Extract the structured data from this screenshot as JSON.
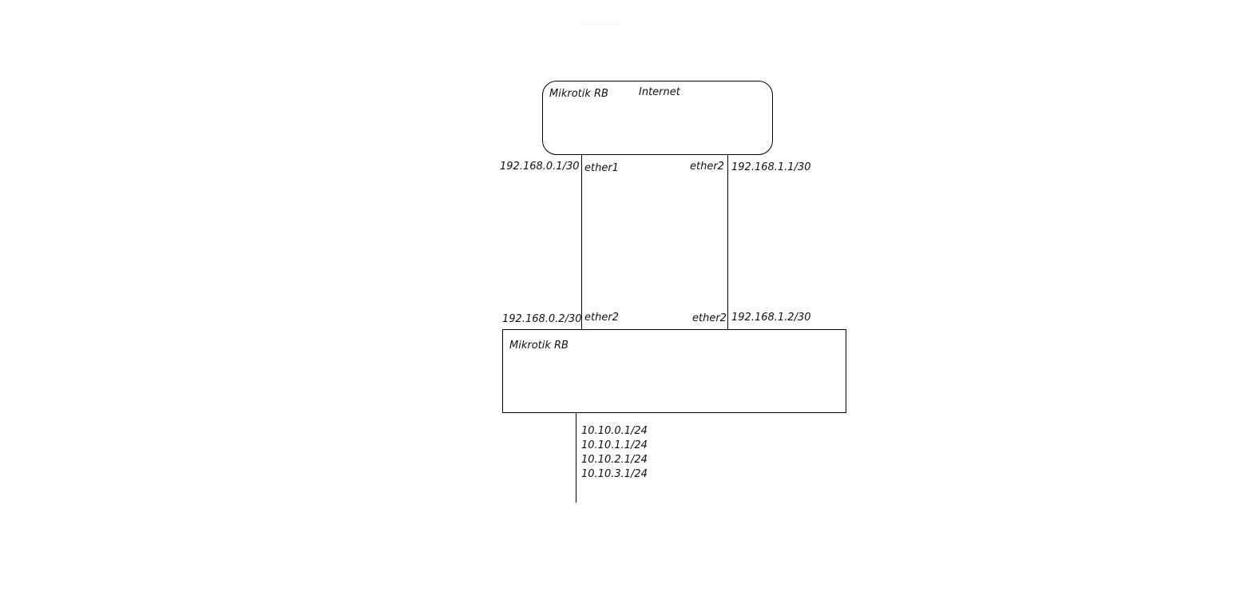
{
  "router_top": {
    "name": "Mikrotik RB",
    "role_label": "Internet"
  },
  "router_bottom": {
    "name": "Mikrotik RB"
  },
  "link_left": {
    "top_ip": "192.168.0.1/30",
    "top_interface": "ether1",
    "bottom_ip": "192.168.0.2/30",
    "bottom_interface": "ether2"
  },
  "link_right": {
    "top_ip": "192.168.1.1/30",
    "top_interface": "ether2",
    "bottom_ip": "192.168.1.2/30",
    "bottom_interface": "ether2"
  },
  "lan": {
    "subnets": [
      "10.10.0.1/24",
      "10.10.1.1/24",
      "10.10.2.1/24",
      "10.10.3.1/24"
    ]
  }
}
